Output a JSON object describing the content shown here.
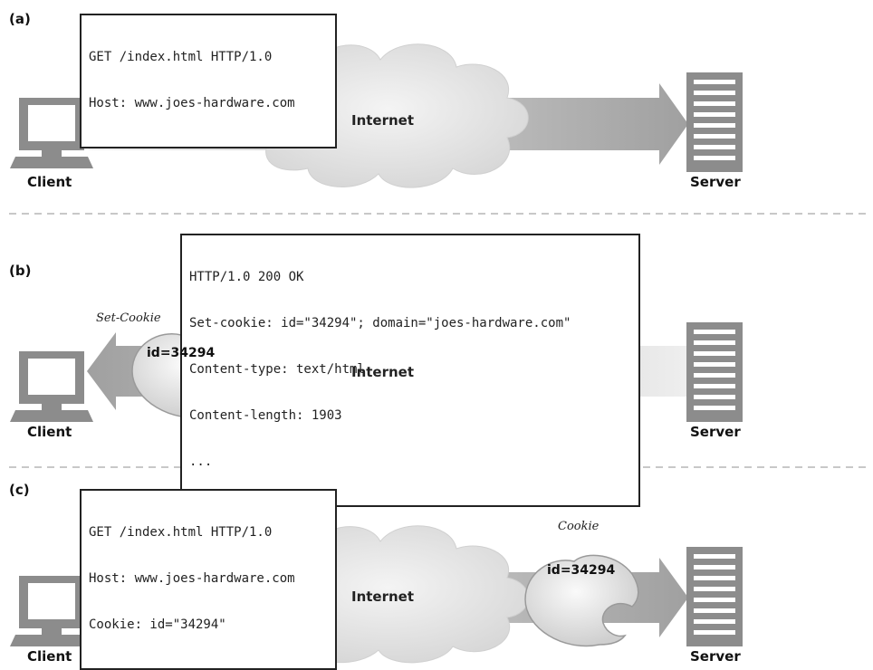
{
  "panels": [
    {
      "label": "(a)",
      "message": [
        "GET /index.html HTTP/1.0",
        "Host: www.joes-hardware.com"
      ],
      "client_label": "Client",
      "server_label": "Server",
      "cloud_label": "Internet",
      "direction": "client-to-server"
    },
    {
      "label": "(b)",
      "message": [
        "HTTP/1.0 200 OK",
        "Set-cookie: id=\"34294\"; domain=\"joes-hardware.com\"",
        "Content-type: text/html",
        "Content-length: 1903",
        "..."
      ],
      "client_label": "Client",
      "server_label": "Server",
      "cloud_label": "Internet",
      "direction": "server-to-client",
      "cookie_tag": "Set-Cookie",
      "cookie_id": "id=34294"
    },
    {
      "label": "(c)",
      "message": [
        "GET /index.html HTTP/1.0",
        "Host: www.joes-hardware.com",
        "Cookie: id=\"34294\""
      ],
      "client_label": "Client",
      "server_label": "Server",
      "cloud_label": "Internet",
      "direction": "client-to-server",
      "cookie_tag": "Cookie",
      "cookie_id": "id=34294"
    }
  ],
  "colors": {
    "arrow_dark": "#a8a8a8",
    "arrow_light": "#ededed",
    "cloud": "#e4e4e4",
    "device": "#8c8c8c",
    "divider": "#c8c8c8"
  }
}
